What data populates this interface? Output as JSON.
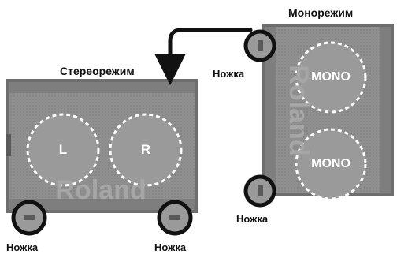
{
  "stereo": {
    "title": "Стереорежим",
    "left_channel": "L",
    "right_channel": "R",
    "brand": "Roland",
    "foot_left": "Ножка",
    "foot_right": "Ножка"
  },
  "mono": {
    "title": "Монорежим",
    "upper_speaker": "MONO",
    "lower_speaker": "MONO",
    "brand": "Roland",
    "foot_top": "Ножка",
    "foot_bottom": "Ножка"
  },
  "colors": {
    "cabinet": "#8c8c8c",
    "cabinet_dark": "#6e6e6e",
    "foot_ring": "#111111",
    "dashed_circle": "#ffffff",
    "arrow": "#111111"
  }
}
